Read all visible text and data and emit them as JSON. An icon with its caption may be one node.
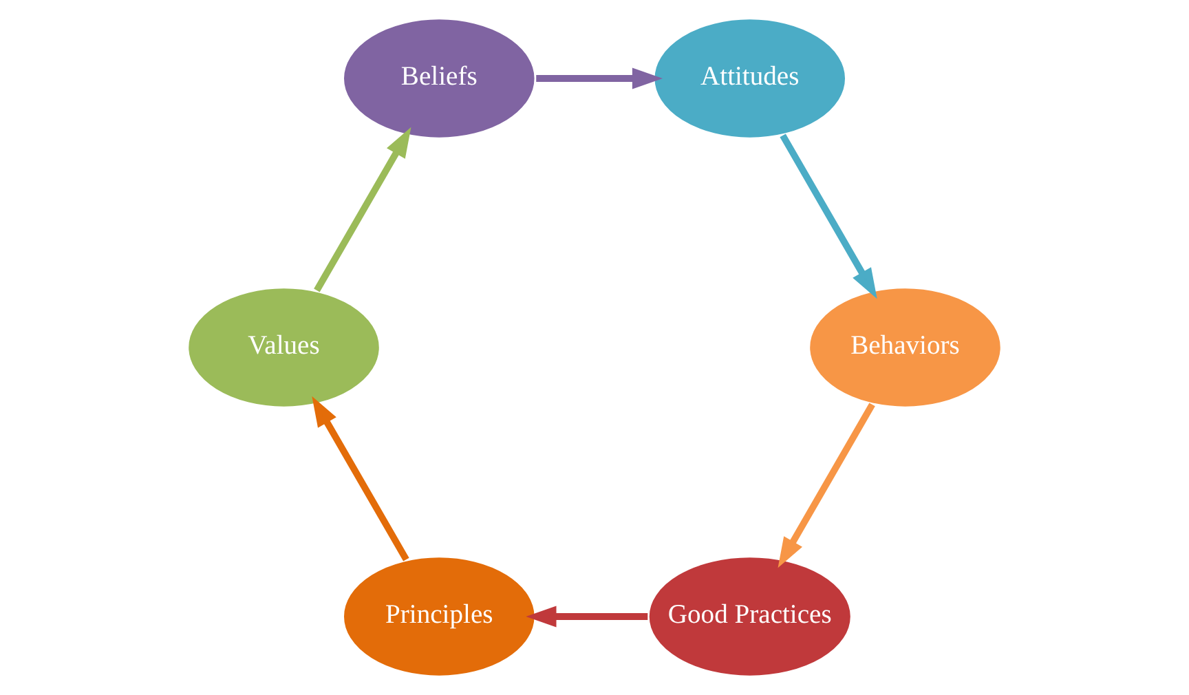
{
  "diagram": {
    "nodes": [
      {
        "text": [
          "Good Practices"
        ]
      },
      {
        "text": [
          "Principles"
        ]
      },
      {
        "text": [
          "Values"
        ]
      },
      {
        "text": [
          "Beliefs"
        ]
      },
      {
        "text": [
          "Attitudes"
        ]
      },
      {
        "text": [
          "Behaviors"
        ]
      }
    ],
    "edges": [
      {
        "from": 0,
        "to": 1,
        "arrow": "to",
        "color": "#c0393b"
      },
      {
        "from": 1,
        "to": 2,
        "arrow": "to",
        "color": "#e36c09"
      },
      {
        "from": 2,
        "to": 3,
        "arrow": "to",
        "color": "#9bbb59"
      },
      {
        "from": 3,
        "to": 4,
        "arrow": "to",
        "color": "#8064a2"
      },
      {
        "from": 4,
        "to": 5,
        "arrow": "to",
        "color": "#4bacc6"
      },
      {
        "from": 5,
        "to": 0,
        "arrow": "to",
        "color": "#f79646"
      }
    ]
  }
}
